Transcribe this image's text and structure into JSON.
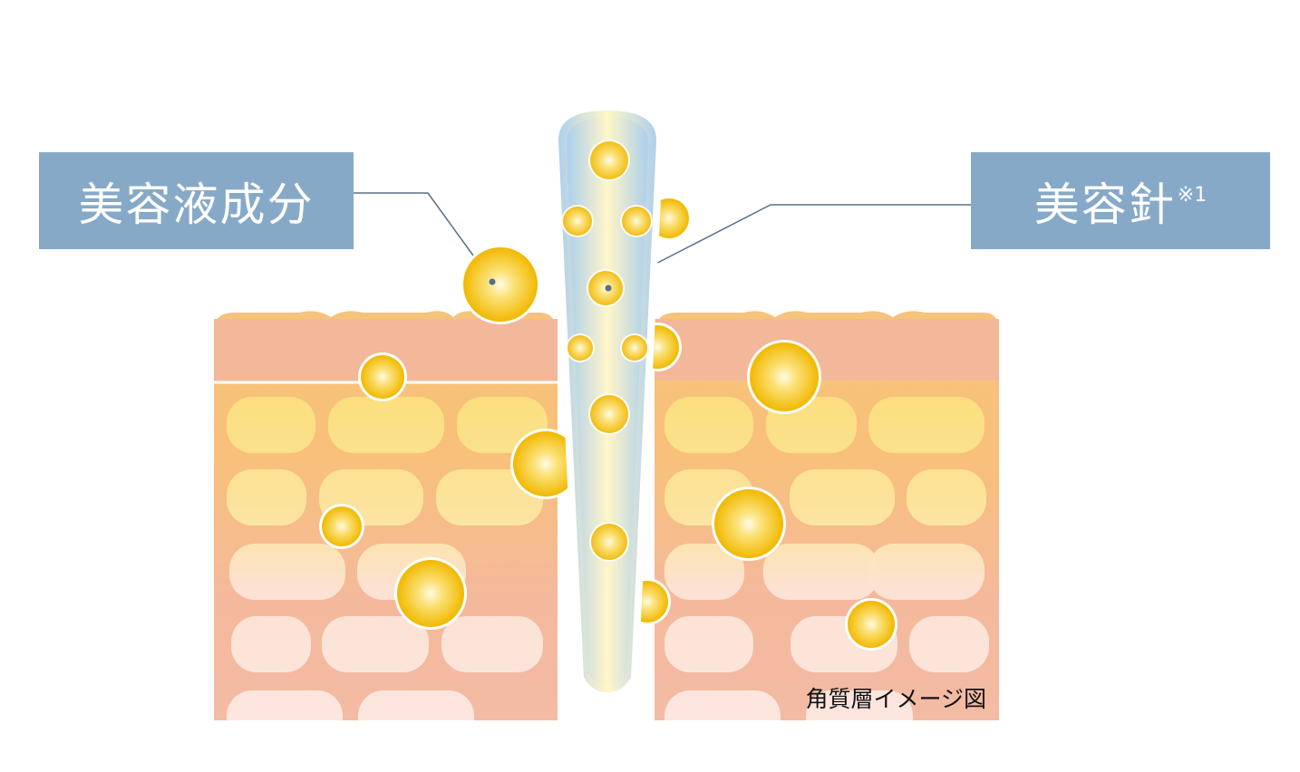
{
  "labels": {
    "serum": "美容液成分",
    "needle": "美容針",
    "needle_note": "※1"
  },
  "caption": "角質層イメージ図",
  "icons": {
    "needle": "microneedle-icon",
    "ingredient": "serum-particle-icon"
  },
  "colors": {
    "label_bg": "#86a9c8",
    "skin_top": "#f3b99a",
    "cell_yellow": "#fbe08a",
    "cell_pink": "#fbe4dc",
    "particle": "#f7c62c",
    "needle": "#cfe3f5"
  }
}
